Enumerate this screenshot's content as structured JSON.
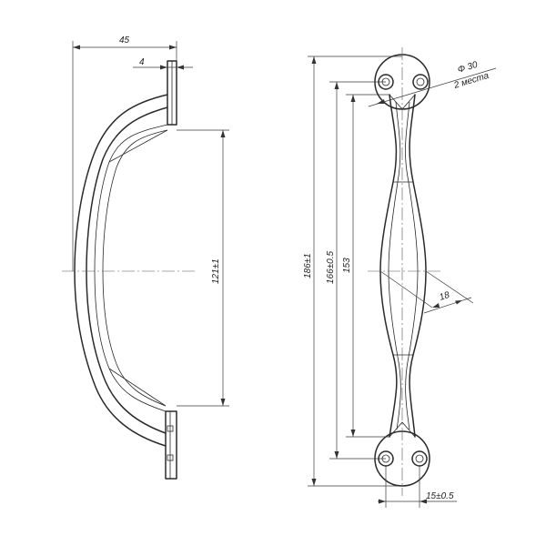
{
  "side_view": {
    "width_label": "45",
    "flange_label": "4",
    "inner_length_label": "121±1"
  },
  "front_view": {
    "total_length_label": "186±1",
    "mount_pitch_label": "166±0.5",
    "handle_length_label": "153",
    "grip_width_label": "18",
    "base_width_label": "15±0.5",
    "base_diameter_label": "Φ 30",
    "base_count_label": "2 места"
  }
}
